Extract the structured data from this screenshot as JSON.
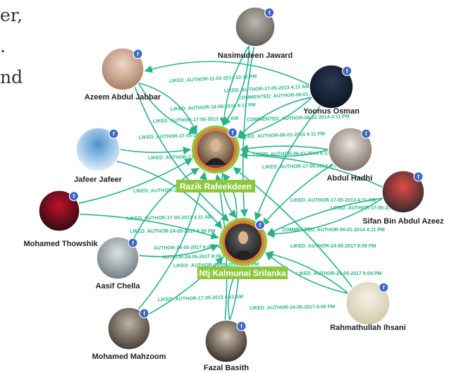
{
  "background_text": [
    "er,",
    ".",
    "nd"
  ],
  "pages": [
    {
      "id": "razik",
      "label": "Razik Rafeekdeen"
    },
    {
      "id": "ntj",
      "label": "Ntj Kalmunai Srilanka"
    }
  ],
  "people": [
    {
      "id": "nasimudeen",
      "label": "Nasimudeen Jaward"
    },
    {
      "id": "azeem",
      "label": "Azeem Abdul Jabbar"
    },
    {
      "id": "yoonus",
      "label": "Yoonus Osman"
    },
    {
      "id": "jafeer",
      "label": "Jafeer Jafeer"
    },
    {
      "id": "abdul",
      "label": "Abdul Hadhi"
    },
    {
      "id": "sifan",
      "label": "Sifan Bin Abdul Azeez"
    },
    {
      "id": "thowshik",
      "label": "Mohamed Thowshik"
    },
    {
      "id": "aasif",
      "label": "Aasif Chella"
    },
    {
      "id": "rahmath",
      "label": "Rahmathullah Ihsani"
    },
    {
      "id": "mahzoom",
      "label": "Mohamed Mahzoom"
    },
    {
      "id": "fazal",
      "label": "Fazal Basith"
    }
  ],
  "facebook_badge": "f",
  "edge_labels": [
    "LIKED_AUTHOR-11-02-2014 10:11 PM",
    "LIKED_AUTHOR-17-05-2013 4:11 AM",
    "COMMENTED_AUTHOR-06-01-2014 4:11 PM",
    "LIKED_AUTHOR-16-06-2016 9:11 PM",
    "LIKED_AUTHOR-17-05-2013 4:11 AM",
    "COMMENTED_AUTHOR-06-01-2014 4:11 PM",
    "LIKED_AUTHOR-17-05-2013 4:11 AM",
    "LIKED_AUTHOR-06-01-2014 4:11 PM",
    "LIKED_AUTHOR-17-05-2013 4:11 AM",
    "LIKED_AUTHOR-06-01-2014 4:11 PM",
    "LIKED_AUTHOR-17-05-2013 4:11 AM",
    "LIKED_AUTHOR-17-05-2013 4:11 AM",
    "LIKED_AUTHOR-17-05-2013 4:11 AM",
    "LIKED_AUTHOR-17-05-2013 4:11 AM",
    "LIKED_AUTHOR-17-05-2013 4:11 AM",
    "LIKED_AUTHOR-24-05-2017 8:09 PM",
    "COMMENTED_AUTHOR-06-01-2014 4:11 PM",
    "AUTHOR-24-05-2017 8:09 PM",
    "LIKED_AUTHOR-24-05-2017 8:09 PM",
    "AUTHOR-24-05-2017 8:09 PM",
    "LIKED_AUTHOR-24-05-2017 8:09 PM",
    "LIKED_AUTHOR-24-05-2017 8:09 PM",
    "LIKED_AUTHOR-17-05-2013 4:11 AM",
    "LIKED_AUTHOR-24-05-2017 8:09 PM"
  ],
  "colors": {
    "edge": "#27b389",
    "page_label_bg": "#8dc63f",
    "ring_outer": "#8dc63f",
    "ring_inner": "#e8763a",
    "badge": "#3b66c4"
  }
}
